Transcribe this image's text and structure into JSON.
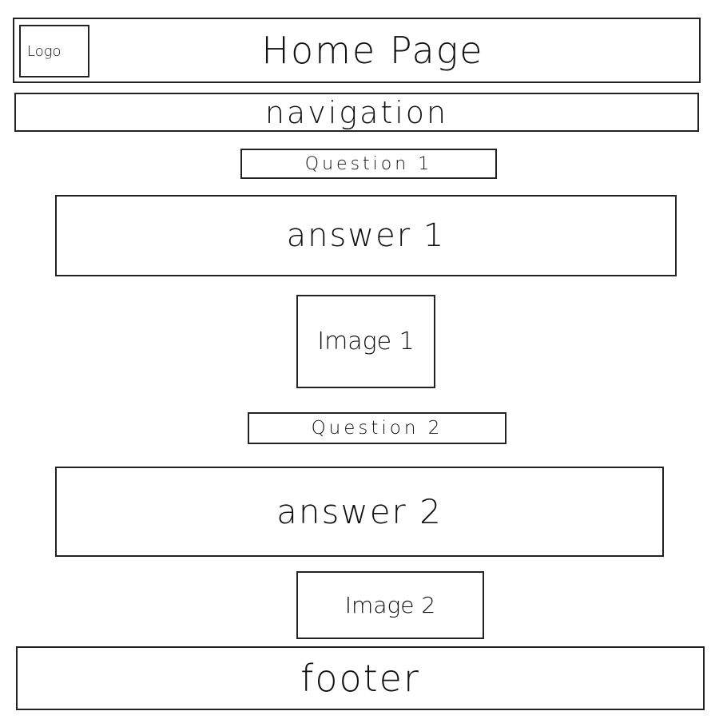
{
  "header": {
    "logo_label": "Logo",
    "title": "Home Page"
  },
  "navigation": {
    "label": "navigation"
  },
  "sections": [
    {
      "question_label": "Question 1",
      "answer_label": "answer 1",
      "image_label": "Image 1"
    },
    {
      "question_label": "Question 2",
      "answer_label": "answer 2",
      "image_label": "Image 2"
    }
  ],
  "footer": {
    "label": "footer"
  }
}
